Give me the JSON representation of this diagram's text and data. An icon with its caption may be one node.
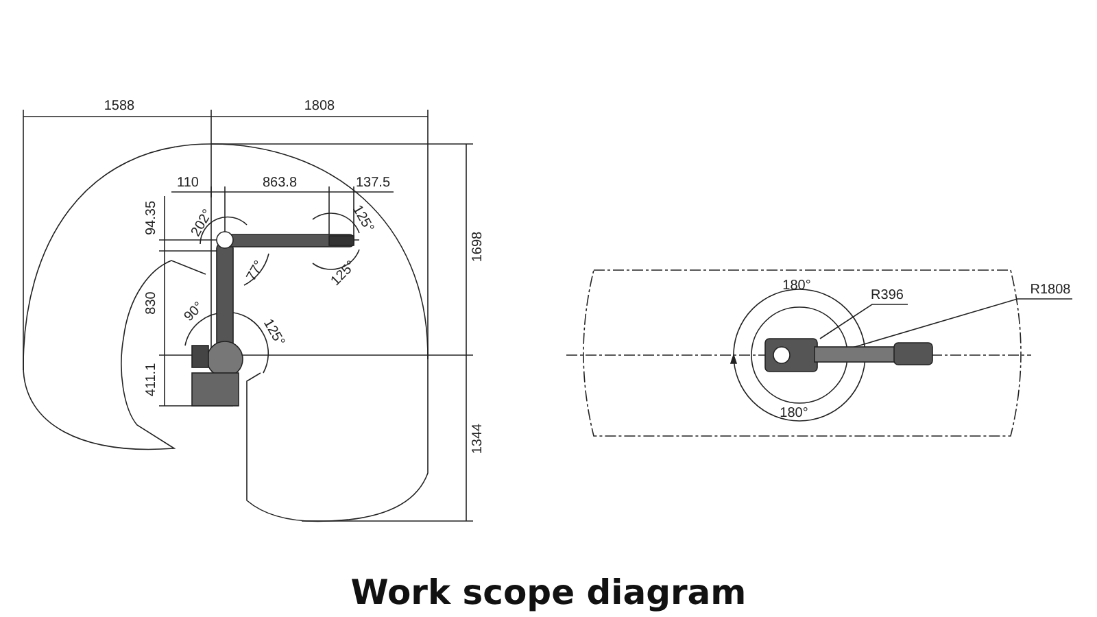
{
  "diagram": {
    "title": "Work scope diagram",
    "labels": [
      "1588",
      "1808",
      "110",
      "863.8",
      "137.5",
      "94.35",
      "202°",
      "125°",
      "1698",
      "77°",
      "125°",
      "180°",
      "R396",
      "R1808",
      "830",
      "90°",
      "125°",
      "411.1",
      "180°",
      "1344"
    ]
  }
}
